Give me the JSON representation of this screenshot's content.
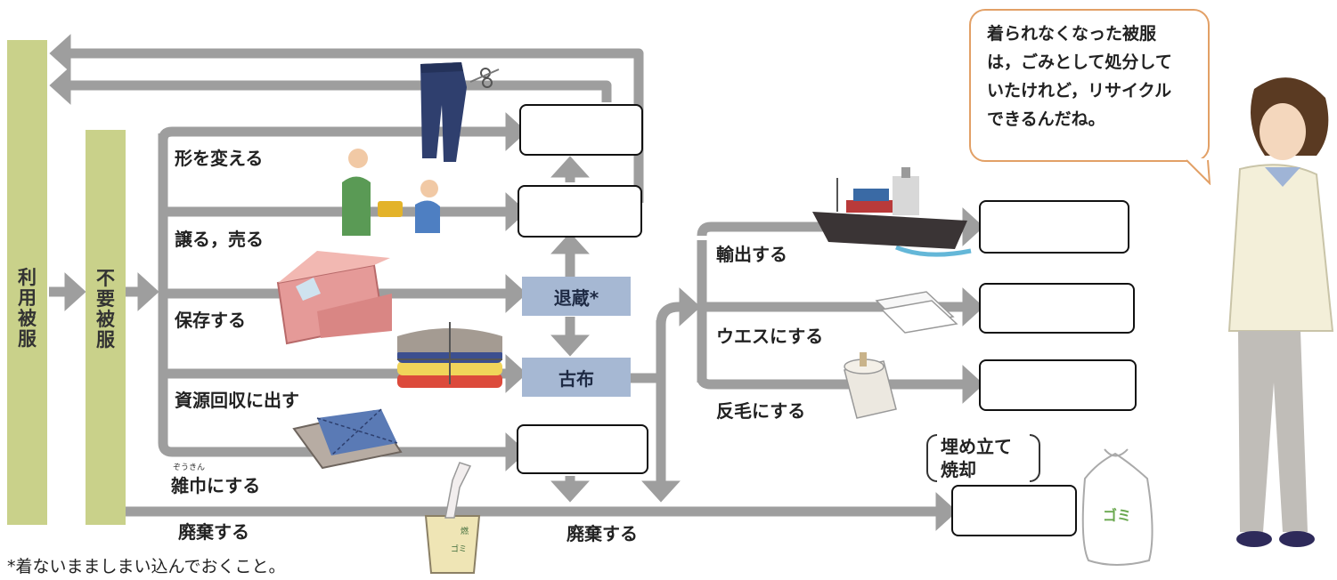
{
  "left_bars": {
    "in_use": [
      "利",
      "用",
      "被",
      "服"
    ],
    "unneeded": [
      "不",
      "要",
      "被",
      "服"
    ]
  },
  "methods": {
    "reshape": "形を変える",
    "give_sell": "譲る，売る",
    "store": "保存する",
    "recycle_collect": "資源回収に出す",
    "rag": "雑巾にする",
    "rag_furigana": "ぞうきん",
    "discard_left": "廃棄する"
  },
  "middle": {
    "storage": "退蔵*",
    "old_cloth": "古布",
    "discard": "廃棄する"
  },
  "right": {
    "export": "輸出する",
    "waste_cloth": "ウエスにする",
    "recycled_wool": "反毛にする",
    "landfill_line1": "埋め立て",
    "landfill_line2": "焼却"
  },
  "bubble": {
    "lines": [
      "着られなくなった被服",
      "は，ごみとして処分して",
      "いたけれど，リサイクル",
      "できるんだね。"
    ]
  },
  "bag_label": "ゴミ",
  "bin_label": "燃えるゴミ",
  "footnote": "*着ないまましまい込んでおくこと。",
  "colors": {
    "arrow": "#9e9e9e",
    "bar": "#c9d18a",
    "blue_box": "#a6b8d3",
    "bubble_border": "#e2a066"
  }
}
